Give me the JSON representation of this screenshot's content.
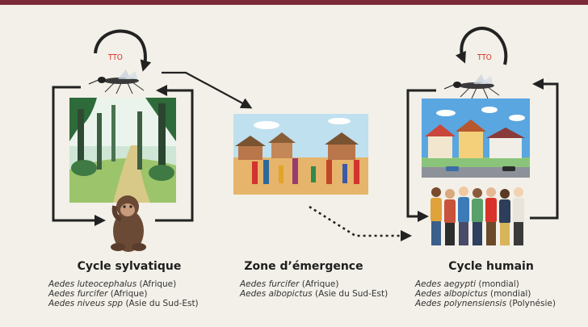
{
  "colors": {
    "accent": "#7a2a36",
    "tto": "#d8332a",
    "arrow": "#222222",
    "background": "#f2f0e8"
  },
  "sylvatic": {
    "tto_label": "TTO",
    "title": "Cycle sylvatique",
    "species": [
      {
        "name": "Aedes luteocephalus",
        "region": "(Afrique)"
      },
      {
        "name": "Aedes furcifer",
        "region": "(Afrique)"
      },
      {
        "name": "Aedes niveus spp",
        "region": "(Asie du Sud-Est)"
      }
    ]
  },
  "emergence": {
    "title": "Zone d’émergence",
    "species": [
      {
        "name": "Aedes furcifer",
        "region": "(Afrique)"
      },
      {
        "name": "Aedes albopictus",
        "region": "(Asie du Sud-Est)"
      }
    ]
  },
  "human": {
    "tto_label": "TTO",
    "title": "Cycle humain",
    "species": [
      {
        "name": "Aedes aegypti",
        "region": "(mondial)"
      },
      {
        "name": "Aedes albopictus",
        "region": "(mondial)"
      },
      {
        "name": "Aedes polynensiensis",
        "region": "(Polynésie)"
      }
    ]
  }
}
